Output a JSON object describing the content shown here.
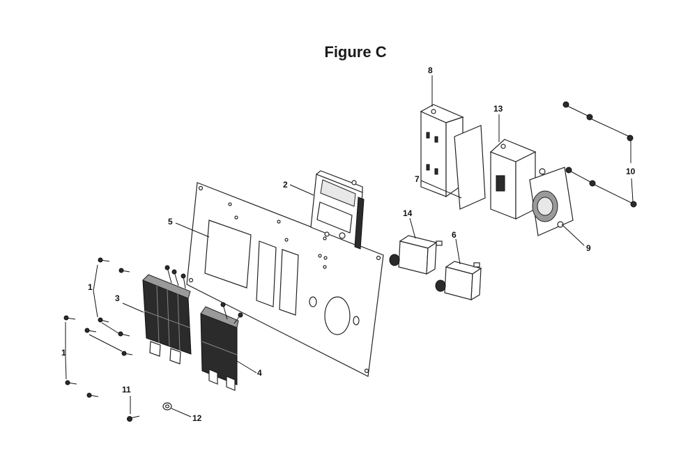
{
  "figure_title": "Figure C",
  "callouts": {
    "c1a": "1",
    "c1b": "1",
    "c2": "2",
    "c3": "3",
    "c4": "4",
    "c5": "5",
    "c6": "6",
    "c7": "7",
    "c8": "8",
    "c9": "9",
    "c10": "10",
    "c11": "11",
    "c12": "12",
    "c13": "13",
    "c14": "14"
  }
}
